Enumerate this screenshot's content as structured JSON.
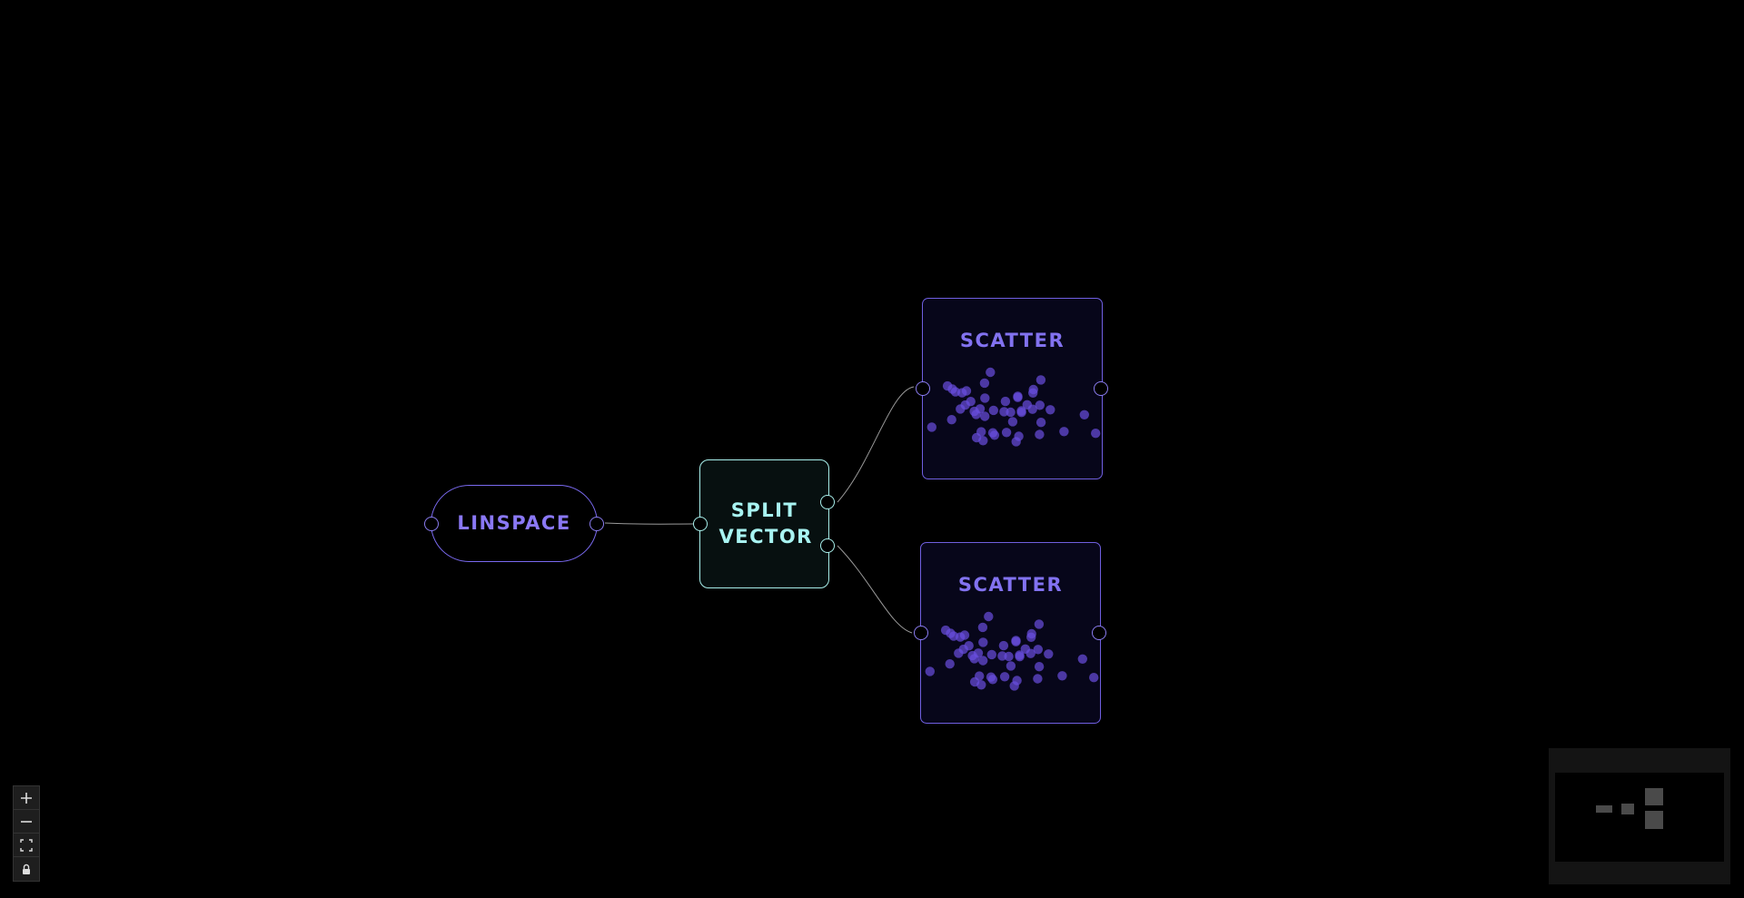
{
  "nodes": {
    "linspace": {
      "label": "LINSPACE"
    },
    "split": {
      "label": "SPLIT VECTOR"
    },
    "scatter_top": {
      "label": "SCATTER"
    },
    "scatter_bottom": {
      "label": "SCATTER"
    }
  },
  "colors": {
    "background": "#000000",
    "purple_accent": "#7a6af0",
    "cyan_accent": "#a8f0ec",
    "edge": "#9a9a9a"
  },
  "controls": [
    {
      "name": "zoom-in",
      "icon": "plus-icon"
    },
    {
      "name": "zoom-out",
      "icon": "minus-icon"
    },
    {
      "name": "fit-view",
      "icon": "fit-view-icon"
    },
    {
      "name": "lock",
      "icon": "lock-icon"
    }
  ]
}
